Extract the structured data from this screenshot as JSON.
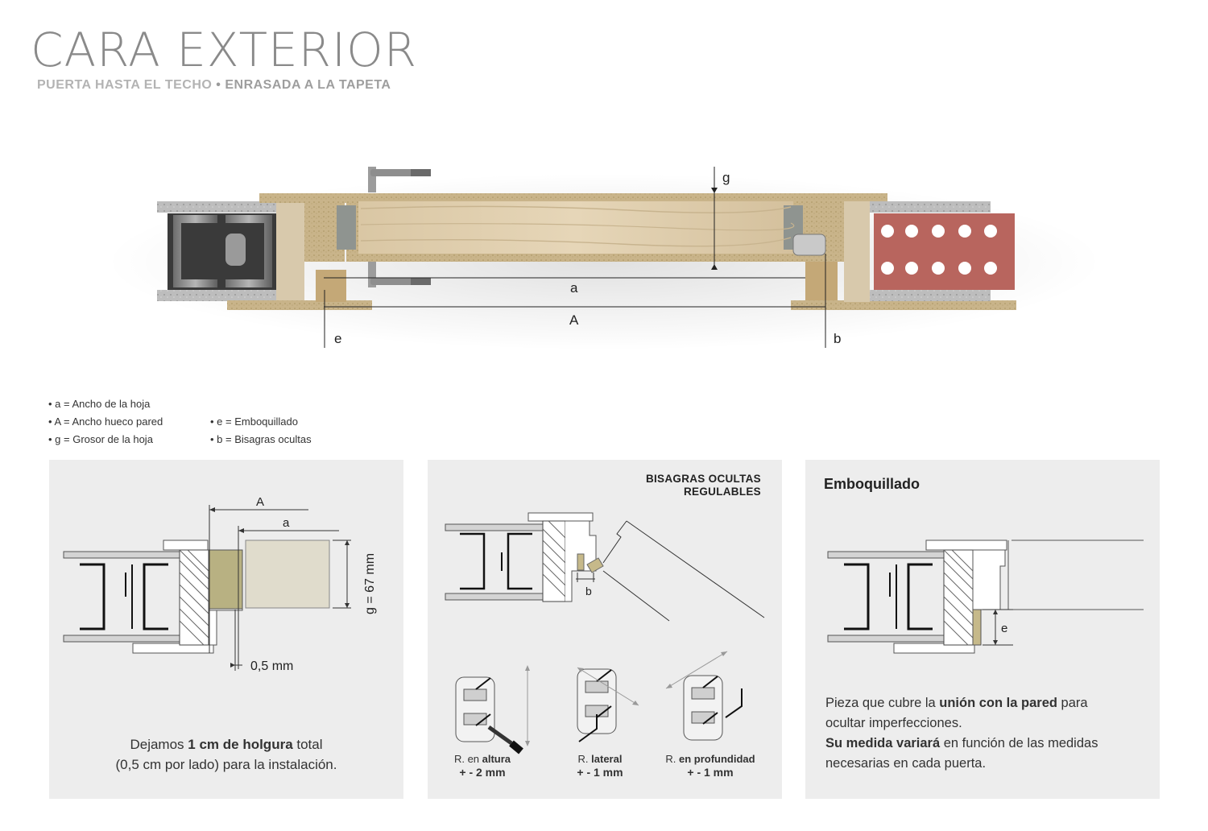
{
  "header": {
    "title": "CARA EXTERIOR",
    "subtitle_left": "PUERTA HASTA EL TECHO",
    "subtitle_sep": "•",
    "subtitle_right": "ENRASADA A LA TAPETA"
  },
  "diagram_labels": {
    "g": "g",
    "a": "a",
    "A": "A",
    "e": "e",
    "b": "b"
  },
  "legend": {
    "col1": [
      "• a = Ancho de la hoja",
      "• A = Ancho hueco pared",
      "• g = Grosor de la hoja"
    ],
    "col2": [
      "• e = Emboquillado",
      "• b = Bisagras ocultas"
    ]
  },
  "panel1": {
    "label_A": "A",
    "label_a": "a",
    "label_g": "g = 67 mm",
    "label_gap": "0,5 mm",
    "text_pre": "Dejamos ",
    "text_bold": "1 cm de holgura",
    "text_post": " total",
    "text_line2": "(0,5 cm por lado) para la instalación."
  },
  "panel2": {
    "title_line1": "BISAGRAS OCULTAS",
    "title_line2": "REGULABLES",
    "label_b": "b",
    "captions": [
      {
        "pre": "R. en ",
        "bold": "altura",
        "value": "+ - 2 mm"
      },
      {
        "pre": "R. ",
        "bold": "lateral",
        "value": "+ - 1 mm"
      },
      {
        "pre": "R. ",
        "bold": "en profundidad",
        "value": "+ - 1 mm"
      }
    ]
  },
  "panel3": {
    "title": "Emboquillado",
    "label_e": "e",
    "p1_pre": "Pieza que cubre la ",
    "p1_bold": "unión con la pared",
    "p1_post": " para",
    "p1_line2": "ocultar imperfecciones.",
    "p2_bold": "Su medida variará",
    "p2_post": " en función de las medidas",
    "p2_line2": "necesarias en cada puerta."
  }
}
